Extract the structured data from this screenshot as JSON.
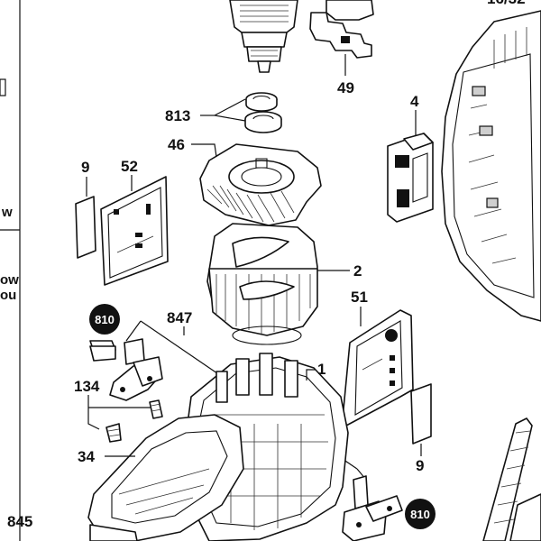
{
  "diagram": {
    "colors": {
      "ink": "#111111",
      "badge": "#111111",
      "paper": "#ffffff"
    },
    "callouts": {
      "p49": "49",
      "p4": "4",
      "p813": "813",
      "p46": "46",
      "p9a": "9",
      "p52": "52",
      "p2": "2",
      "p51": "51",
      "p810a": "810",
      "p847": "847",
      "p1": "1",
      "p134": "134",
      "p9b": "9",
      "p34": "34",
      "p810b": "810",
      "p845": "845",
      "p_top_right": "16/32"
    },
    "edge_text": {
      "w": "w",
      "ow": "ow",
      "ou": "ou"
    }
  }
}
